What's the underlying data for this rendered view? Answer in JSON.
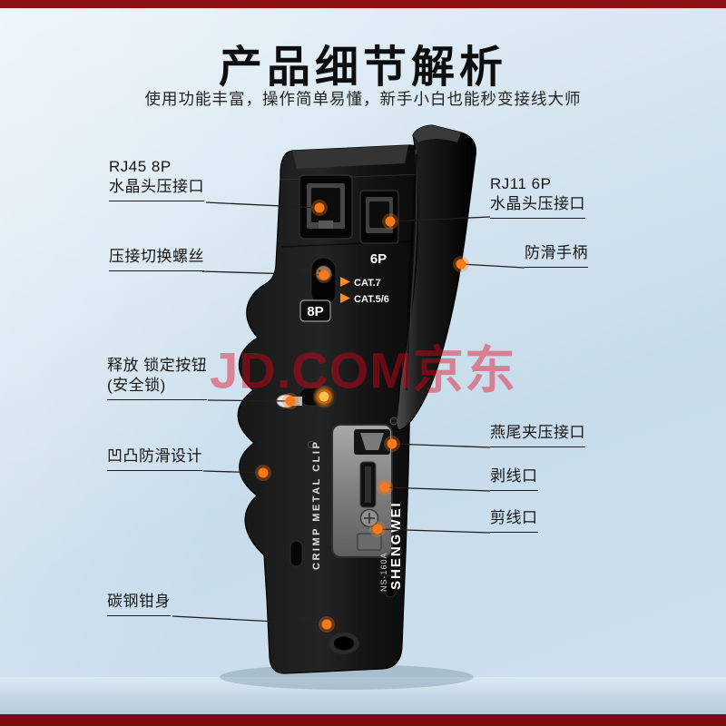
{
  "page": {
    "title": "产品细节解析",
    "subtitle": "使用功能丰富，操作简单易懂，新手小白也能秒变接线大师",
    "watermark": "JD.COM京东"
  },
  "colors": {
    "accent_orange": "#f9791a",
    "bar_red_top": "#8e1113",
    "bar_red_bottom": "#7f0d10",
    "watermark_red": "#e8001a",
    "background": "#cfe0ed"
  },
  "callouts": {
    "left": [
      {
        "id": "rj45-port",
        "lines": [
          "RJ45 8P",
          "水晶头压接口"
        ]
      },
      {
        "id": "switch-screw",
        "lines": [
          "压接切换螺丝"
        ]
      },
      {
        "id": "release-lock",
        "lines": [
          "释放 锁定按钮",
          "(安全锁)"
        ]
      },
      {
        "id": "anti-slip-grip",
        "lines": [
          "凹凸防滑设计"
        ]
      },
      {
        "id": "steel-body",
        "lines": [
          "碳钢钳身"
        ]
      }
    ],
    "right": [
      {
        "id": "rj11-port",
        "lines": [
          "RJ11 6P",
          "水晶头压接口"
        ]
      },
      {
        "id": "handle",
        "lines": [
          "防滑手柄"
        ]
      },
      {
        "id": "dovetail-port",
        "lines": [
          "燕尾夹压接口"
        ]
      },
      {
        "id": "strip-slot",
        "lines": [
          "剥线口"
        ]
      },
      {
        "id": "cut-slot",
        "lines": [
          "剪线口"
        ]
      }
    ]
  },
  "tool_markings": {
    "port_6p": "6P",
    "port_8p": "8P",
    "cat7": "CAT.7",
    "cat56": "CAT.5/6",
    "clip_text": "CRIMP METAL CLIP",
    "brand": "SHENGWEI",
    "model": "NS-160A"
  }
}
